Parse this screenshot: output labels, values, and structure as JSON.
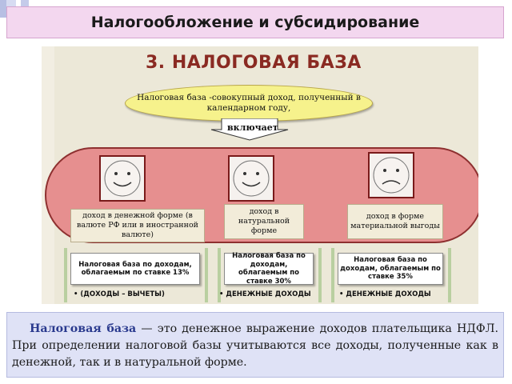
{
  "header": {
    "title": "Налогообложение и субсидирование"
  },
  "diagram": {
    "title": "3. НАЛОГОВАЯ БАЗА",
    "definition": "Налоговая база -совокупный доход, полученный в календарном году,",
    "connector_label": "включает",
    "faces": [
      {
        "name": "smile",
        "icon": "smiling-face-icon"
      },
      {
        "name": "smile",
        "icon": "smiling-face-icon"
      },
      {
        "name": "sad",
        "icon": "sad-face-icon"
      }
    ],
    "forms": [
      "доход в денежной форме (в валюте РФ или в иностранной валюте)",
      "доход в натуральной форме",
      "доход в форме материальной выгоды"
    ],
    "bases": [
      "Налоговая база по доходам, облагаемым по ставке 13%",
      "Налоговая база по доходам, облагаемым по ставке 30%",
      "Налоговая база по доходам, облагаемым по ставке 35%"
    ],
    "incomes": [
      "• (ДОХОДЫ – ВЫЧЕТЫ)",
      "• ДЕНЕЖНЫЕ ДОХОДЫ",
      "• ДЕНЕЖНЫЕ ДОХОДЫ"
    ]
  },
  "paragraph": {
    "term": "Налоговая база",
    "text": " — это денежное выражение доходов плательщика НДФЛ. При определении налоговой базы учитываются все доходы, полученные как в денежной, так и в натуральной форме."
  },
  "colors": {
    "title_bg": "#f3d7ef",
    "pill": "#e68f8f",
    "ellipse": "#f6f28c",
    "paragraph_bg": "#dfe2f6",
    "slide_title": "#8a2a22"
  }
}
